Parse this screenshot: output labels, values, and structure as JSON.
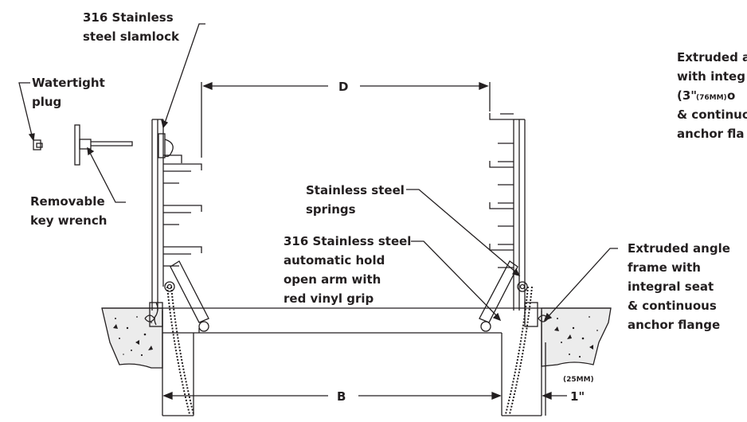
{
  "labels": {
    "slamlock": [
      "316 Stainless",
      "steel slamlock"
    ],
    "plug": [
      "Watertight",
      "plug"
    ],
    "wrench": [
      "Removable",
      "key wrench"
    ],
    "springs": [
      "Stainless steel",
      "springs"
    ],
    "hold_arm": [
      "316 Stainless steel",
      "automatic hold",
      "open arm with",
      "red vinyl grip"
    ],
    "frame": [
      "Extruded angle",
      "frame with",
      "integral seat",
      "& continuous",
      "anchor flange"
    ],
    "cover_top": [
      "Extruded a",
      "with integ"
    ],
    "cover_size_inch": "(3\"",
    "cover_size_mm": "(76MM)",
    "cover_size_tail": "o",
    "cover_bottom": [
      "& continuo",
      "anchor fla"
    ]
  },
  "dimensions": {
    "D": "D",
    "B": "B",
    "offset_inch": "1\"",
    "offset_mm": "(25MM)"
  },
  "colors": {
    "ink": "#231f20",
    "concrete": "#ececec"
  }
}
